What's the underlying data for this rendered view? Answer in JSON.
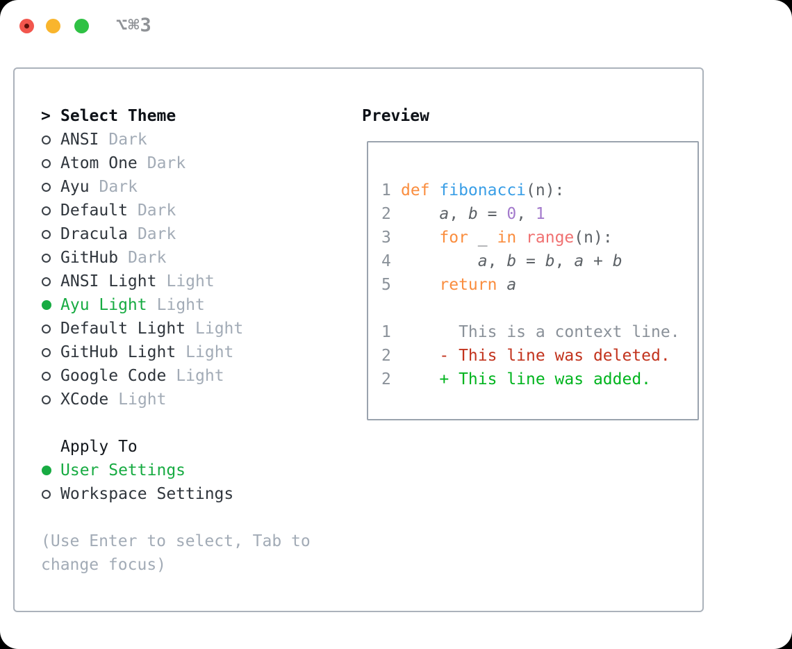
{
  "window": {
    "title": "⌥⌘3"
  },
  "colors": {
    "ui-green": "#17ab42",
    "item": "#2f353c",
    "tag": "#a2abb6",
    "heading": "#0d1117",
    "help": "#a2abb6",
    "panel-border": "#abb2bb",
    "preview-border": "#9aa3ae",
    "linenum": "#8a9199",
    "keyword": "#fa8d3e",
    "function": "#399ee6",
    "number": "#a37acc",
    "builtin": "#f07171",
    "code-fg": "#5c6166",
    "context": "#8a9199",
    "deleted": "#c2331d",
    "added": "#00b41e",
    "light-red": "#f2564d",
    "light-red-dot": "#5d100a",
    "light-yellow": "#f9b52d",
    "light-green": "#2fc144",
    "title": "#8f9296"
  },
  "theme_panel": {
    "marker": ">",
    "heading": "Select Theme",
    "items": [
      {
        "name": "ANSI",
        "variant": "Dark",
        "selected": false
      },
      {
        "name": "Atom One",
        "variant": "Dark",
        "selected": false
      },
      {
        "name": "Ayu",
        "variant": "Dark",
        "selected": false
      },
      {
        "name": "Default",
        "variant": "Dark",
        "selected": false
      },
      {
        "name": "Dracula",
        "variant": "Dark",
        "selected": false
      },
      {
        "name": "GitHub",
        "variant": "Dark",
        "selected": false
      },
      {
        "name": "ANSI Light",
        "variant": "Light",
        "selected": false
      },
      {
        "name": "Ayu Light",
        "variant": "Light",
        "selected": true
      },
      {
        "name": "Default Light",
        "variant": "Light",
        "selected": false
      },
      {
        "name": "GitHub Light",
        "variant": "Light",
        "selected": false
      },
      {
        "name": "Google Code",
        "variant": "Light",
        "selected": false
      },
      {
        "name": "XCode",
        "variant": "Light",
        "selected": false
      }
    ]
  },
  "apply_to": {
    "heading": "Apply To",
    "options": [
      {
        "name": "User Settings",
        "selected": true
      },
      {
        "name": "Workspace Settings",
        "selected": false
      }
    ]
  },
  "help_text": "(Use Enter to select, Tab to change focus)",
  "preview": {
    "heading": "Preview",
    "lines": [
      {
        "kind": "code",
        "num": "1",
        "tokens": [
          {
            "text": "def ",
            "type": "keyword"
          },
          {
            "text": "fibonacci",
            "type": "function"
          },
          {
            "text": "(n):",
            "type": "plain"
          }
        ]
      },
      {
        "kind": "code",
        "num": "2",
        "tokens": [
          {
            "text": "    ",
            "type": "plain"
          },
          {
            "text": "a",
            "type": "var"
          },
          {
            "text": ", ",
            "type": "plain"
          },
          {
            "text": "b",
            "type": "var"
          },
          {
            "text": " = ",
            "type": "plain"
          },
          {
            "text": "0",
            "type": "number"
          },
          {
            "text": ", ",
            "type": "plain"
          },
          {
            "text": "1",
            "type": "number"
          }
        ]
      },
      {
        "kind": "code",
        "num": "3",
        "tokens": [
          {
            "text": "    ",
            "type": "plain"
          },
          {
            "text": "for",
            "type": "keyword"
          },
          {
            "text": " _ ",
            "type": "plain"
          },
          {
            "text": "in",
            "type": "keyword"
          },
          {
            "text": " ",
            "type": "plain"
          },
          {
            "text": "range",
            "type": "builtin"
          },
          {
            "text": "(n):",
            "type": "plain"
          }
        ]
      },
      {
        "kind": "code",
        "num": "4",
        "tokens": [
          {
            "text": "        ",
            "type": "plain"
          },
          {
            "text": "a",
            "type": "var"
          },
          {
            "text": ", ",
            "type": "plain"
          },
          {
            "text": "b",
            "type": "var"
          },
          {
            "text": " = ",
            "type": "plain"
          },
          {
            "text": "b",
            "type": "var"
          },
          {
            "text": ", ",
            "type": "plain"
          },
          {
            "text": "a",
            "type": "var"
          },
          {
            "text": " + ",
            "type": "plain"
          },
          {
            "text": "b",
            "type": "var"
          }
        ]
      },
      {
        "kind": "code",
        "num": "5",
        "tokens": [
          {
            "text": "    ",
            "type": "plain"
          },
          {
            "text": "return",
            "type": "keyword"
          },
          {
            "text": " ",
            "type": "plain"
          },
          {
            "text": "a",
            "type": "var"
          }
        ]
      },
      {
        "kind": "blank",
        "num": "",
        "tokens": []
      },
      {
        "kind": "context",
        "num": "1",
        "tokens": [
          {
            "text": "      This is a context line.",
            "type": "context"
          }
        ]
      },
      {
        "kind": "deleted",
        "num": "2",
        "tokens": [
          {
            "text": "    ",
            "type": "plain"
          },
          {
            "text": "- This line was deleted.",
            "type": "deleted"
          }
        ]
      },
      {
        "kind": "added",
        "num": "2",
        "tokens": [
          {
            "text": "    ",
            "type": "plain"
          },
          {
            "text": "+ This line was added.",
            "type": "added"
          }
        ]
      }
    ]
  }
}
